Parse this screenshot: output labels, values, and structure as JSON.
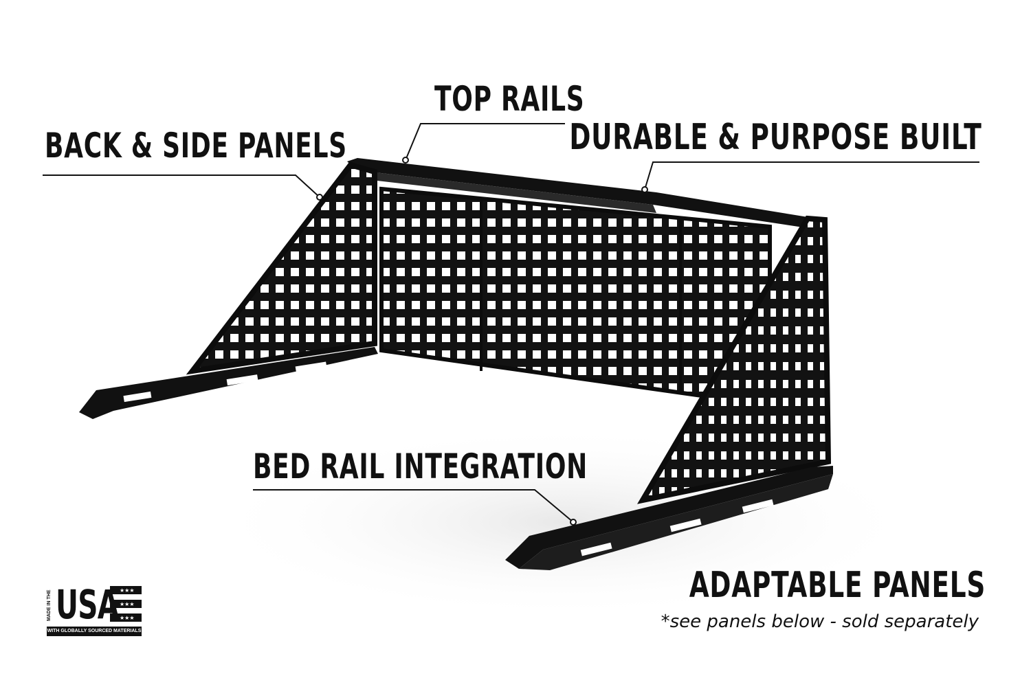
{
  "callouts": {
    "back_side_panels": "BACK & SIDE PANELS",
    "top_rails": "TOP RAILS",
    "durable": "DURABLE & PURPOSE BUILT",
    "bed_rail": "BED RAIL INTEGRATION",
    "adaptable": "ADAPTABLE PANELS",
    "note": "*see panels below - sold separately"
  },
  "badge": {
    "made_in": "MADE IN THE",
    "usa": "USA",
    "stars": "★★★",
    "sub": "WITH GLOBALLY SOURCED MATERIALS"
  },
  "colors": {
    "background": "#ffffff",
    "product": "#111111",
    "text": "#111111"
  },
  "icons": [
    "usa-flag-icon",
    "rack-product-image"
  ]
}
